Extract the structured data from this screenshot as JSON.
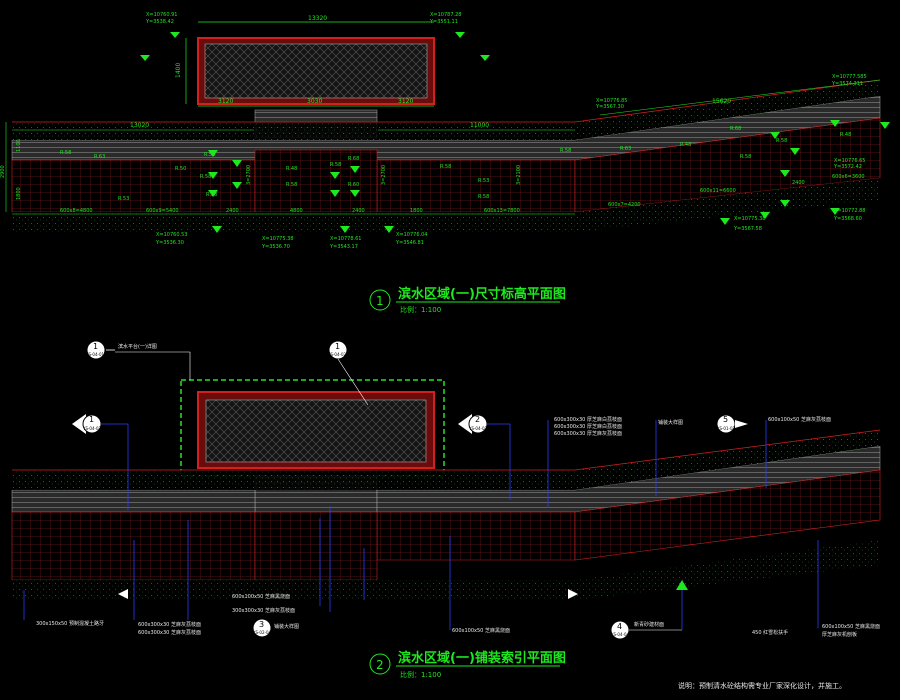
{
  "drawing1": {
    "title": "滨水区域(一)尺寸标高平面图",
    "number": "1",
    "scale": "比例：1:100",
    "coords": [
      {
        "x": "X=10760.91",
        "y": "Y=3538.42"
      },
      {
        "x": "X=10787.28",
        "y": "Y=3551.11"
      },
      {
        "x": "X=10776.85",
        "y": "Y=3567.30"
      },
      {
        "x": "X=10777.585",
        "y": "Y=3574.311"
      },
      {
        "x": "X=10776.65",
        "y": "Y=3572.42"
      },
      {
        "x": "X=10775.38",
        "y": "Y=3567.58"
      },
      {
        "x": "X=10772.88",
        "y": "Y=3568.60"
      },
      {
        "x": "X=10760.53",
        "y": "Y=3536.30"
      },
      {
        "x": "X=10778.61",
        "y": "Y=3543.17"
      },
      {
        "x": "X=10776.04",
        "y": "Y=3546.81"
      },
      {
        "x": "X=10775.38",
        "y": "Y=3536.70"
      }
    ],
    "dims_top": [
      "13320",
      "3120",
      "3030",
      "3120",
      "1400"
    ],
    "dims_mid": [
      "13020",
      "11000",
      "15620"
    ],
    "dims_bottom": [
      "600x8=4800",
      "600x9=5400",
      "2400",
      "4800",
      "2400",
      "1800",
      "600x13=7800",
      "600x11=6600",
      "600x7=4200",
      "2400",
      "600x6=3600"
    ],
    "dims_left": [
      "2900",
      "1100",
      "1800"
    ],
    "dims_vert": [
      "3=2700",
      "3=2700",
      "3=2100"
    ],
    "levels": [
      "R.58",
      "R.63",
      "R.53",
      "R.50",
      "R.58",
      "R.58",
      "R.58",
      "R.48",
      "R.58",
      "R.58",
      "R.68",
      "R.60",
      "R.58",
      "R.53",
      "R.58",
      "R.58",
      "R.63",
      "R.48",
      "R.68",
      "R.58",
      "R.58",
      "R.48"
    ]
  },
  "drawing2": {
    "title": "滨水区域(一)铺装索引平面图",
    "number": "2",
    "scale": "比例：1:100",
    "callouts": [
      {
        "num": "1",
        "ref": "YS-04-01",
        "label": "滨水平台(一)详图"
      },
      {
        "num": "1",
        "ref": "YS-04-02",
        "label": ""
      },
      {
        "num": "1",
        "ref": "YS-04-03",
        "label": ""
      },
      {
        "num": "2",
        "ref": "YS-04-02",
        "label": ""
      },
      {
        "num": "5",
        "ref": "YS-01-02",
        "label": ""
      },
      {
        "num": "3",
        "ref": "YS-02-04",
        "label": ""
      },
      {
        "num": "4",
        "ref": "YS-04-04",
        "label": ""
      }
    ],
    "notes": [
      "600x300x30 厚芝麻白荔枝面",
      "600x300x30 厚芝麻白荔枝面",
      "600x300x30 厚芝麻灰荔枝面",
      "600x100x50 芝麻黑烧面",
      "600x100x50 芝麻黑烧面",
      "300x150x50 预制混凝土路牙",
      "600x300x30 芝麻灰荔枝面",
      "600x300x30 芝麻灰荔枝面",
      "600x100x50 芝麻黑烧面",
      "300x300x30 芝麻灰荔枝面",
      "铺装大样图",
      "铺装大样图",
      "600x100x50 芝麻灰荔枝面",
      "新青砂建材面",
      "450 红雪松扶手",
      "厚芝麻灰机刨板"
    ]
  },
  "footer_note": "说明：预制清水砼结构需专业厂家深化设计，并施工。",
  "colors": {
    "background": "#000000",
    "green": "#1ee81e",
    "red": "#d22020",
    "white": "#e8e8e8",
    "blue": "#2a3cff",
    "gray": "#6a6a6a"
  }
}
